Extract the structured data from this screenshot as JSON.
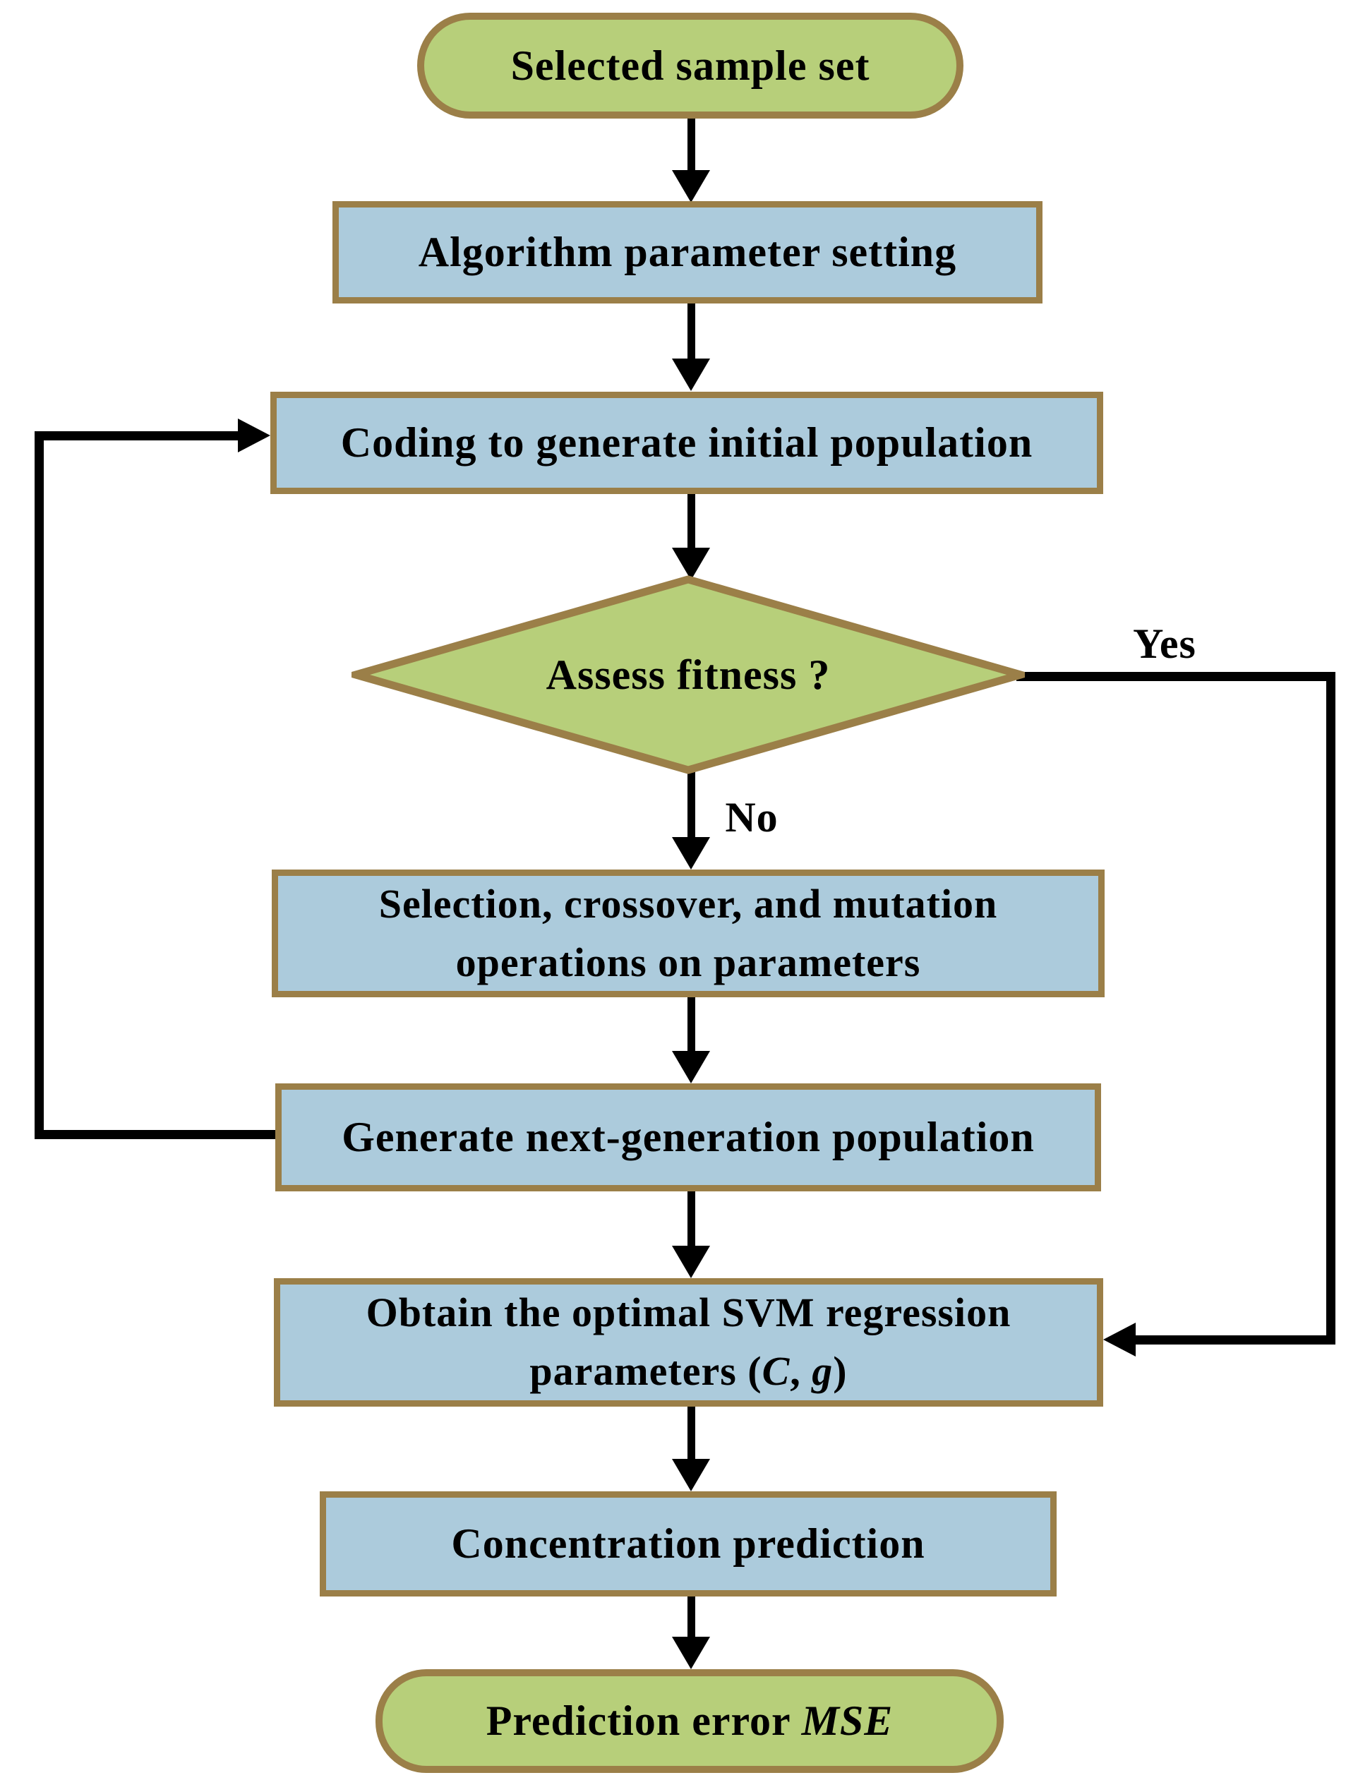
{
  "colors": {
    "node_green": "#b7cf7a",
    "node_blue": "#accbdc",
    "border_tan": "#9b7f48",
    "line_black": "#000000",
    "background": "#ffffff"
  },
  "nodes": {
    "start": {
      "label": "Selected sample set"
    },
    "param_setting": {
      "label": "Algorithm parameter setting"
    },
    "coding": {
      "label": "Coding to generate initial population"
    },
    "decision": {
      "label": "Assess fitness ?"
    },
    "selection": {
      "line1": "Selection, crossover, and mutation",
      "line2": "operations on parameters"
    },
    "generate": {
      "label": "Generate next-generation population"
    },
    "obtain": {
      "line1": "Obtain the optimal SVM regression",
      "line2_prefix": "parameters (",
      "param_c": "C",
      "separator": ", ",
      "param_g": "g",
      "line2_suffix": ")"
    },
    "concentration": {
      "label": "Concentration prediction"
    },
    "end": {
      "prefix": "Prediction error ",
      "italic": "MSE"
    }
  },
  "branch_labels": {
    "yes": "Yes",
    "no": "No"
  }
}
